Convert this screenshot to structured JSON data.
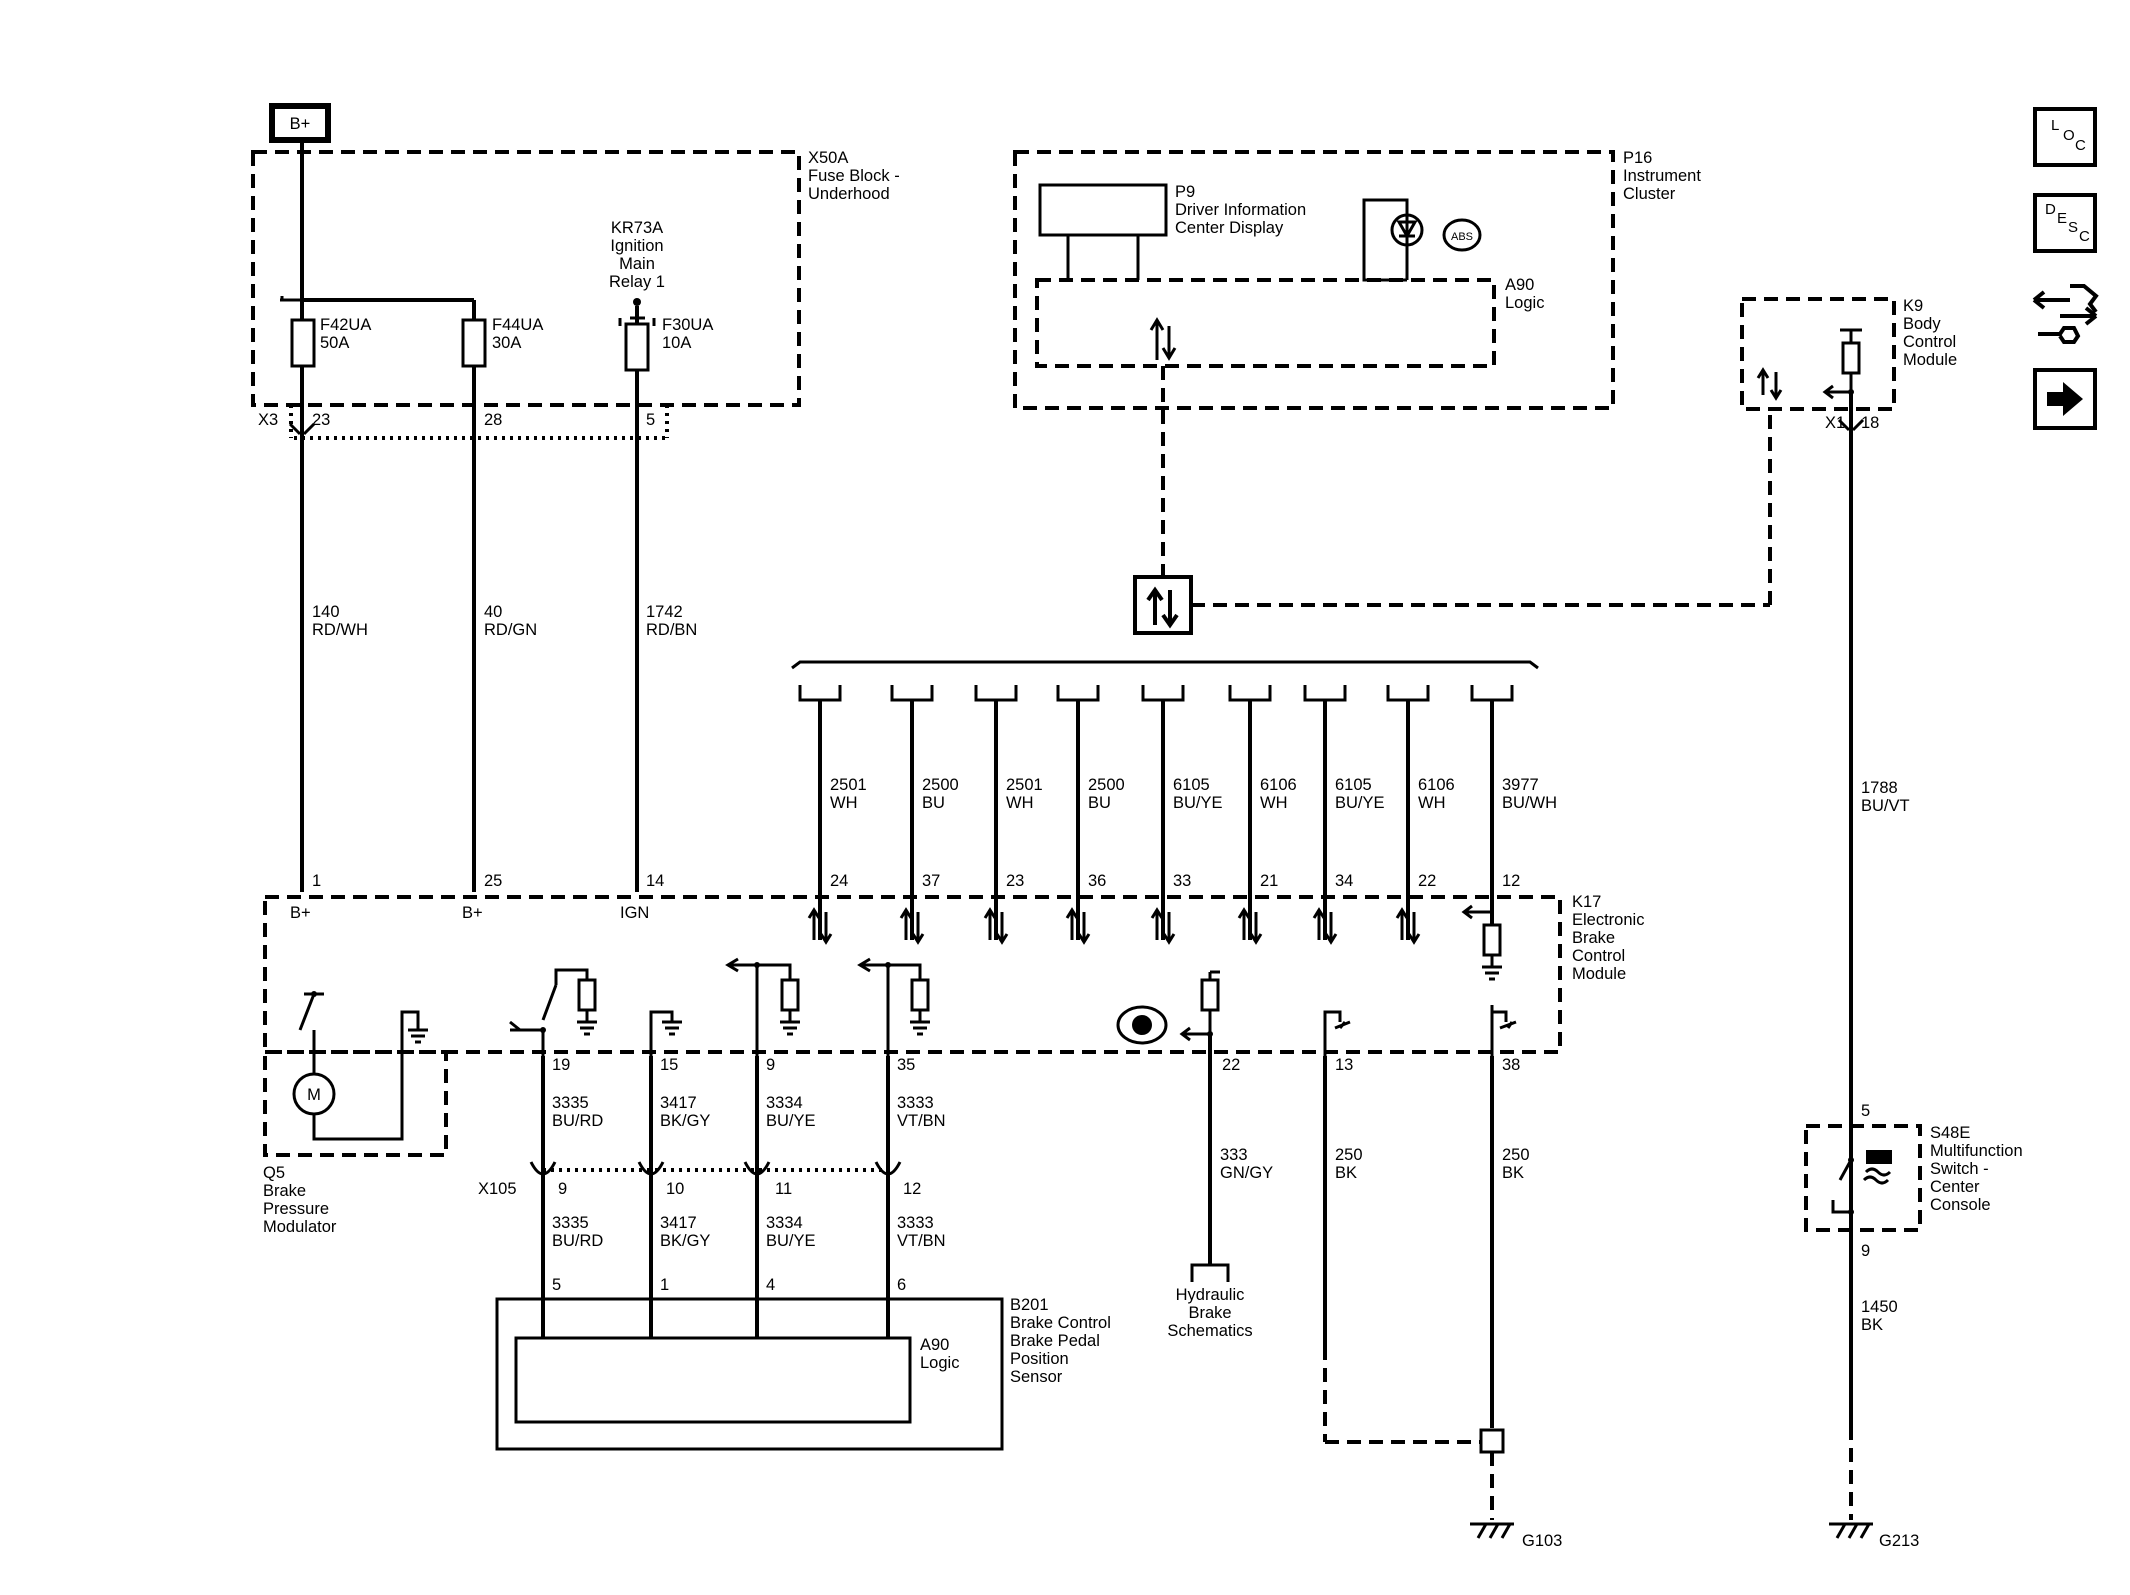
{
  "nav": {
    "loc": [
      "L",
      "O",
      "C"
    ],
    "desc": [
      "D",
      "E",
      "S",
      "C"
    ],
    "colors": {
      "ink": "#000000",
      "paper": "#ffffff"
    }
  },
  "bplus": "B+",
  "x50a": {
    "name": "X50A",
    "desc": [
      "Fuse Block -",
      "Underhood"
    ]
  },
  "kr73a": [
    "KR73A",
    "Ignition",
    "Main",
    "Relay 1"
  ],
  "fuses": [
    {
      "name": "F42UA",
      "rating": "50A"
    },
    {
      "name": "F44UA",
      "rating": "30A"
    },
    {
      "name": "F30UA",
      "rating": "10A"
    }
  ],
  "x3": {
    "label": "X3",
    "pins": [
      "23",
      "28",
      "5"
    ]
  },
  "power_wires": [
    {
      "circuit": "140",
      "color": "RD/WH"
    },
    {
      "circuit": "40",
      "color": "RD/GN"
    },
    {
      "circuit": "1742",
      "color": "RD/BN"
    }
  ],
  "p16": {
    "name": "P16",
    "desc": [
      "Instrument",
      "Cluster"
    ]
  },
  "p9": {
    "name": "P9",
    "desc": [
      "Driver Information",
      "Center Display"
    ]
  },
  "abs_label": "ABS",
  "a90_cluster": {
    "name": "A90",
    "desc": "Logic"
  },
  "k9": {
    "name": "K9",
    "desc": [
      "Body",
      "Control",
      "Module"
    ]
  },
  "x1": {
    "label": "X1",
    "pin": "18"
  },
  "bus_wires": [
    {
      "circuit": "2501",
      "color": "WH",
      "pin": "24"
    },
    {
      "circuit": "2500",
      "color": "BU",
      "pin": "37"
    },
    {
      "circuit": "2501",
      "color": "WH",
      "pin": "23"
    },
    {
      "circuit": "2500",
      "color": "BU",
      "pin": "36"
    },
    {
      "circuit": "6105",
      "color": "BU/YE",
      "pin": "33"
    },
    {
      "circuit": "6106",
      "color": "WH",
      "pin": "21"
    },
    {
      "circuit": "6105",
      "color": "BU/YE",
      "pin": "34"
    },
    {
      "circuit": "6106",
      "color": "WH",
      "pin": "22"
    },
    {
      "circuit": "3977",
      "color": "BU/WH",
      "pin": "12"
    }
  ],
  "k9_wire": {
    "circuit": "1788",
    "color": "BU/VT"
  },
  "k17": {
    "name": "K17",
    "desc": [
      "Electronic",
      "Brake",
      "Control",
      "Module"
    ],
    "power_pins": [
      {
        "pin": "1",
        "label": "B+"
      },
      {
        "pin": "25",
        "label": "B+"
      },
      {
        "pin": "14",
        "label": "IGN"
      }
    ]
  },
  "q5": {
    "name": "Q5",
    "desc": [
      "Brake",
      "Pressure",
      "Modulator"
    ],
    "motor": "M"
  },
  "bottom_pins": [
    "19",
    "15",
    "9",
    "35",
    "22",
    "13",
    "38"
  ],
  "sensor_wires_upper": [
    {
      "circuit": "3335",
      "color": "BU/RD"
    },
    {
      "circuit": "3417",
      "color": "BK/GY"
    },
    {
      "circuit": "3334",
      "color": "BU/YE"
    },
    {
      "circuit": "3333",
      "color": "VT/BN"
    }
  ],
  "x105": {
    "label": "X105",
    "pins": [
      "9",
      "10",
      "11",
      "12"
    ]
  },
  "sensor_wires_lower": [
    {
      "circuit": "3335",
      "color": "BU/RD"
    },
    {
      "circuit": "3417",
      "color": "BK/GY"
    },
    {
      "circuit": "3334",
      "color": "BU/YE"
    },
    {
      "circuit": "3333",
      "color": "VT/BN"
    }
  ],
  "b201": {
    "name": "B201",
    "desc": [
      "Brake Control",
      "Brake Pedal",
      "Position",
      "Sensor"
    ],
    "pins": [
      "5",
      "1",
      "4",
      "6"
    ]
  },
  "a90_sensor": {
    "name": "A90",
    "desc": "Logic"
  },
  "hyd_wire": {
    "circuit": "333",
    "color": "GN/GY"
  },
  "hyd_ref": [
    "Hydraulic",
    "Brake",
    "Schematics"
  ],
  "gnd_wires": [
    {
      "circuit": "250",
      "color": "BK"
    },
    {
      "circuit": "250",
      "color": "BK"
    }
  ],
  "g103": "G103",
  "s48e": {
    "name": "S48E",
    "desc": [
      "Multifunction",
      "Switch -",
      "Center",
      "Console"
    ],
    "pins": [
      "5",
      "9"
    ]
  },
  "s48e_wire": {
    "circuit": "1450",
    "color": "BK"
  },
  "g213": "G213"
}
